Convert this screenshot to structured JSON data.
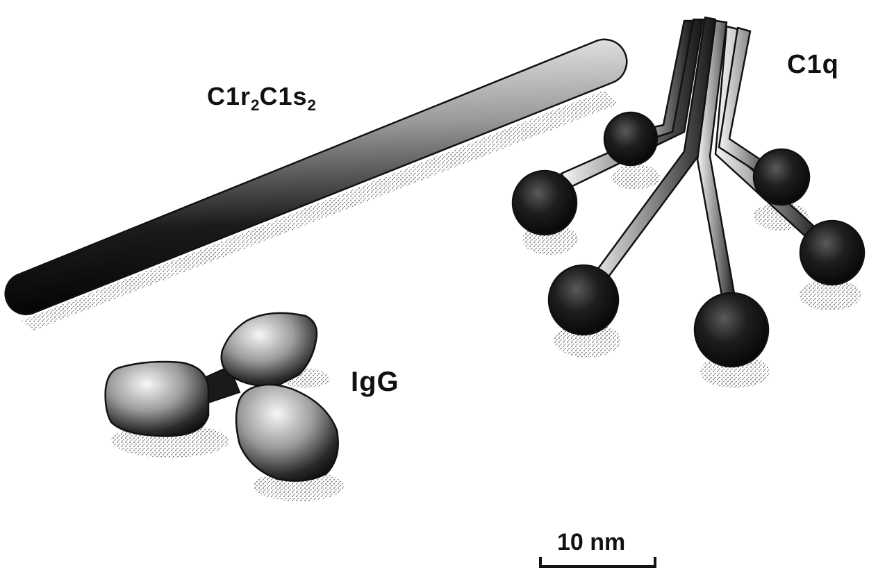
{
  "labels": {
    "c1r2c1s2": {
      "part1": "C1r",
      "sub1": "2",
      "part2": "C1s",
      "sub2": "2"
    },
    "c1q": "C1q",
    "igg": "IgG"
  },
  "scale_bar": {
    "label": "10 nm"
  },
  "colors": {
    "ink": "#111111",
    "paper": "#ffffff",
    "highlight": "#f4f4f4"
  }
}
